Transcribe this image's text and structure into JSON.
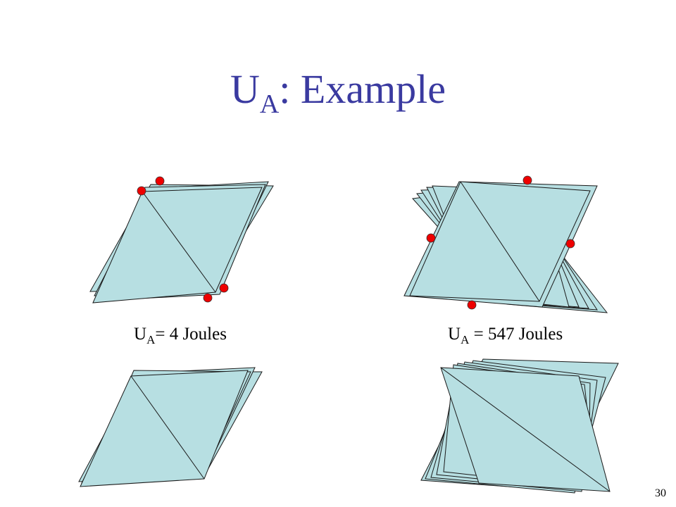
{
  "title": {
    "main": "U",
    "sub": "A",
    "rest": ": Example"
  },
  "labels": [
    {
      "main": "U",
      "sub": "A",
      "rest": "= 4 Joules"
    },
    {
      "main": "U",
      "sub": "A",
      "rest": " = 547 Joules"
    }
  ],
  "page_number": "30",
  "colors": {
    "title": "#3a3aa0",
    "mesh_fill": "#b7dfe2",
    "mesh_stroke": "#1a1a1a",
    "vertex_marker": "#ee0000"
  }
}
